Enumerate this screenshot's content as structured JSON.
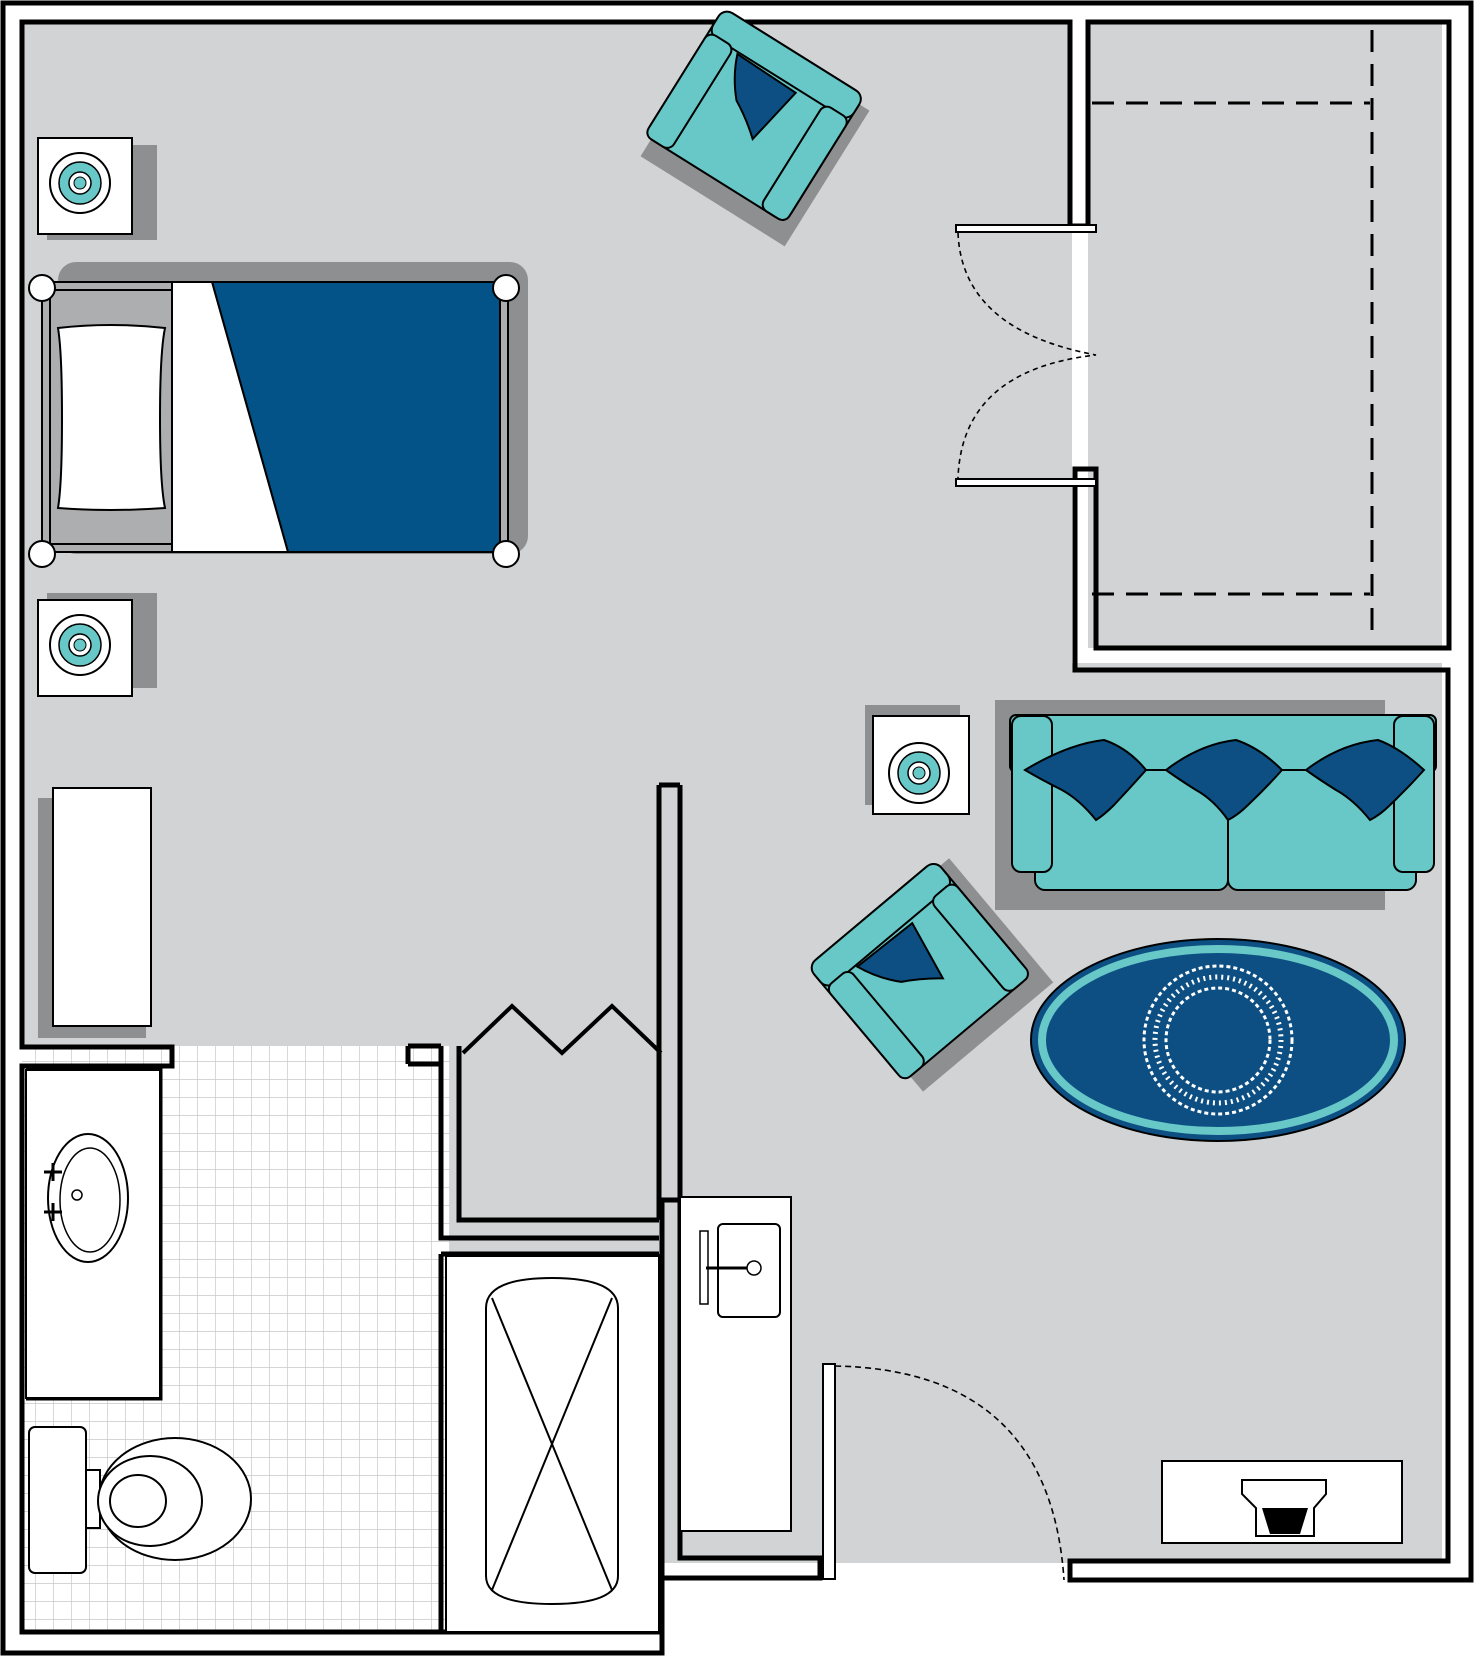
{
  "floor_plan": {
    "colors": {
      "floor": "#d1d3d5",
      "wall": "#000000",
      "shadow": "#8e8f91",
      "bedspread": "#035388",
      "teal": "#67c8c7",
      "navy": "#0d4f83",
      "white": "#ffffff",
      "tile_line": "#c5c7c9"
    },
    "rooms": [
      "main-living-bedroom",
      "walk-in-closet",
      "bathroom",
      "kitchenette"
    ],
    "furniture": [
      "bed",
      "nightstand-top",
      "nightstand-bottom",
      "dresser",
      "armchair-top",
      "armchair-bottom",
      "sofa",
      "end-table",
      "oval-rug",
      "kitchenette-sink",
      "bathroom-sink",
      "toilet",
      "bathtub",
      "wall-heater"
    ],
    "doors": [
      "closet-double-door",
      "entry-door",
      "bifold-door"
    ]
  }
}
